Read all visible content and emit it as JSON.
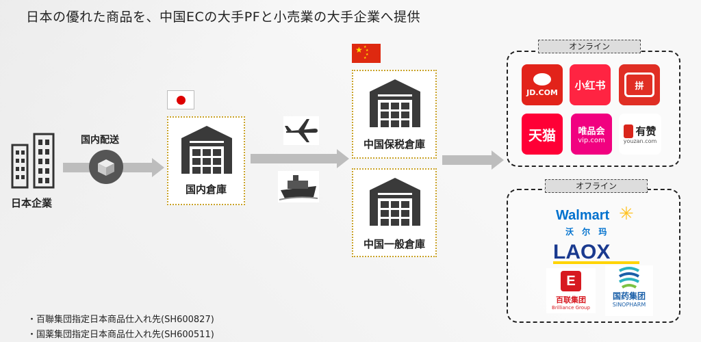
{
  "title": "日本の優れた商品を、中国ECの大手PFと小売業の大手企業へ提供",
  "nodes": {
    "japan_company": "日本企業",
    "domestic_shipping": "国内配送",
    "domestic_warehouse": "国内倉庫",
    "bonded_warehouse": "中国保税倉庫",
    "general_warehouse": "中国一般倉庫"
  },
  "groups": {
    "online_label": "オンライン",
    "offline_label": "オフライン"
  },
  "online_brands": [
    {
      "name": "JD.COM",
      "color": "#e2231a"
    },
    {
      "name": "小红书",
      "color": "#ff2442"
    },
    {
      "name": "拼",
      "color": "#e02e24"
    },
    {
      "name": "天猫",
      "color": "#ff0036"
    },
    {
      "name": "唯品会",
      "sub": "vip.com",
      "color": "#f10180"
    },
    {
      "name": "有赞",
      "sub": "youzan.com",
      "color": "#d9261c"
    }
  ],
  "offline_brands": {
    "walmart": "Walmart",
    "walmart_cn": "沃 尔 玛",
    "laox": "LAOX",
    "bailian": "百联集团",
    "bailian_en": "Brilliance Group",
    "sinopharm": "国药集团",
    "sinopharm_en": "SINOPHARM"
  },
  "notes": [
    "・百聯集団指定日本商品仕入れ先(SH600827)",
    "・国薬集団指定日本商品仕入れ先(SH600511)"
  ],
  "colors": {
    "arrow": "#bdbdbd",
    "box_border": "#c9a227",
    "walmart_blue": "#0071ce",
    "walmart_yellow": "#ffc220",
    "laox_blue": "#1a3a8f",
    "bailian_red": "#d71920",
    "sinopharm_blue": "#1a5fa8"
  }
}
